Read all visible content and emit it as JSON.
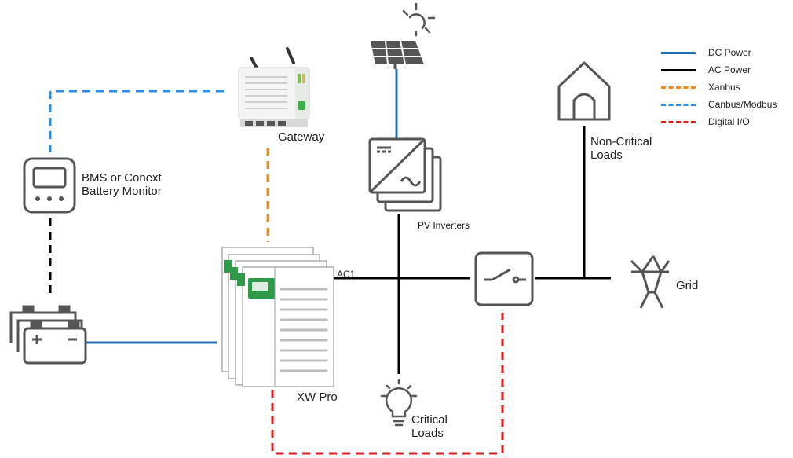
{
  "colors": {
    "dc": "#1f6fb5",
    "ac": "#000000",
    "xanbus": "#f08a1c",
    "canbus": "#2a8de8",
    "digital": "#e0191b",
    "icon": "#555555"
  },
  "labels": {
    "gateway": "Gateway",
    "bms_line1": "BMS or Conext",
    "bms_line2": "Battery Monitor",
    "pv_inverters": "PV Inverters",
    "non_critical_line1": "Non-Critical",
    "non_critical_line2": "Loads",
    "grid": "Grid",
    "ac1": "AC1",
    "xw_pro": "XW Pro",
    "critical_line1": "Critical",
    "critical_line2": "Loads"
  },
  "legend": [
    {
      "label": "DC Power",
      "color": "#1f6fb5",
      "style": "solid"
    },
    {
      "label": "AC Power",
      "color": "#000000",
      "style": "solid"
    },
    {
      "label": "Xanbus",
      "color": "#f08a1c",
      "style": "dashed"
    },
    {
      "label": "Canbus/Modbus",
      "color": "#2a8de8",
      "style": "dashed"
    },
    {
      "label": "Digital I/O",
      "color": "#e0191b",
      "style": "dashed"
    }
  ]
}
